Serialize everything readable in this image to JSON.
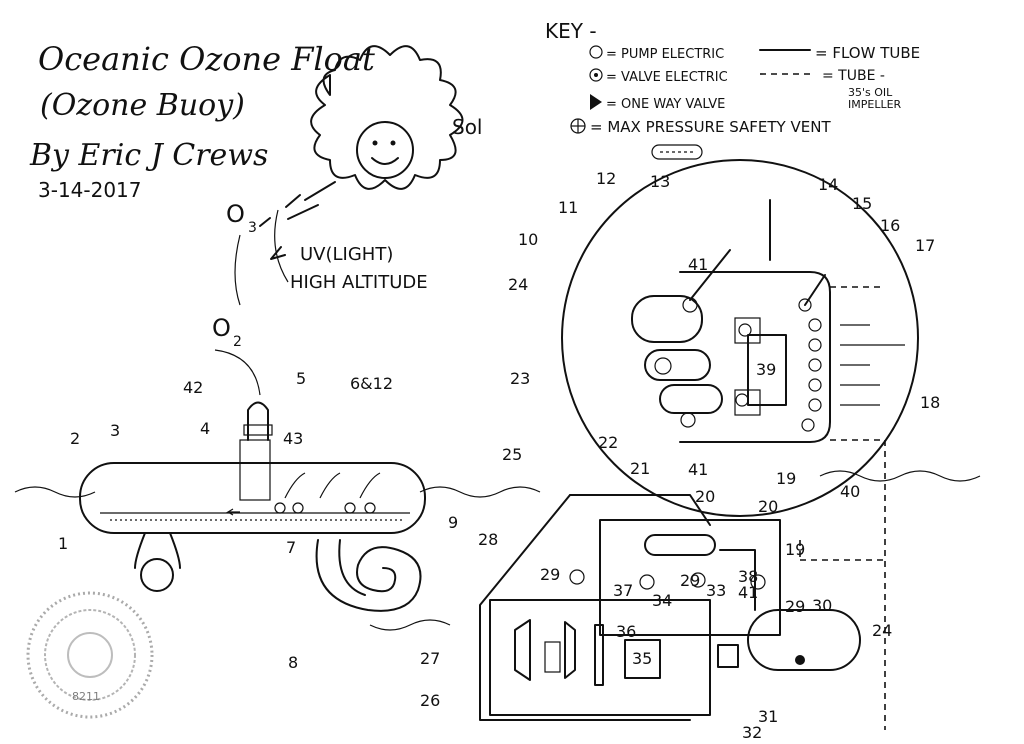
{
  "title": {
    "line1": "Oceanic Ozone Float",
    "line2": "(Ozone Buoy)",
    "author": "By Eric J Crews",
    "date": "3-14-2017"
  },
  "sky": {
    "sun_label": "Sol",
    "o3": "O",
    "o3_sub": "3",
    "o2": "O",
    "o2_sub": "2",
    "uv_label": "UV(LIGHT)",
    "altitude_label": "HIGH ALTITUDE"
  },
  "key": {
    "heading": "KEY -",
    "items": [
      {
        "label": "= PUMP ELECTRIC",
        "symbol": "circle-icon"
      },
      {
        "label": "= VALVE ELECTRIC",
        "symbol": "dot-circle-icon"
      },
      {
        "label": "= ONE WAY VALVE",
        "symbol": "triangle-icon"
      },
      {
        "label": "= MAX PRESSURE SAFETY VENT",
        "symbol": "cross-circle-icon"
      }
    ],
    "lines": [
      {
        "label": "= FLOW TUBE",
        "style": "solid"
      },
      {
        "label": "= TUBE -",
        "style": "dashed"
      }
    ],
    "impeller_note1": "35's OIL",
    "impeller_note2": "IMPELLER"
  },
  "callouts": {
    "c1": "1",
    "c2": "2",
    "c3": "3",
    "c4": "4",
    "c5": "5",
    "c6_12": "6&12",
    "c7": "7",
    "c8": "8",
    "c9": "9",
    "c10": "10",
    "c11": "11",
    "c12": "12",
    "c13": "13",
    "c14": "14",
    "c15": "15",
    "c16": "16",
    "c17": "17",
    "c18": "18",
    "c19": "19",
    "c19b": "19",
    "c20": "20",
    "c20b": "20",
    "c21": "21",
    "c22": "22",
    "c23": "23",
    "c24": "24",
    "c24b": "24",
    "c25": "25",
    "c26": "26",
    "c27": "27",
    "c28": "28",
    "c29": "29",
    "c29b": "29",
    "c29c": "29",
    "c30": "30",
    "c31": "31",
    "c32": "32",
    "c33": "33",
    "c34": "34",
    "c35": "35",
    "c36": "36",
    "c37": "37",
    "c38": "38",
    "c39": "39",
    "c40": "40",
    "c41a": "41",
    "c41b": "41",
    "c41c": "41",
    "c42": "42",
    "c43": "43"
  },
  "stamp_text": "8211"
}
